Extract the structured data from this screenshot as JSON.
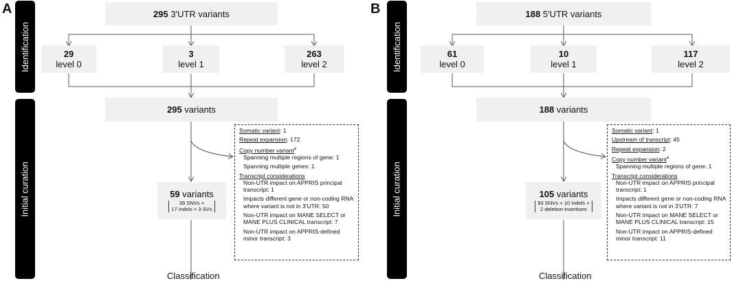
{
  "panels": [
    {
      "letter": "A",
      "identification_label": "Identification",
      "curation_label": "Initial curation",
      "top": {
        "count": "295",
        "label": "3'UTR variants"
      },
      "levels": [
        {
          "count": "29",
          "label": "level 0"
        },
        {
          "count": "3",
          "label": "level 1"
        },
        {
          "count": "263",
          "label": "level 2"
        }
      ],
      "middle": {
        "count": "295",
        "label": "variants"
      },
      "result": {
        "count": "59",
        "label": "variants",
        "breakdown_1": "39 SNVs +",
        "breakdown_2": "17 indels + 3 SVs"
      },
      "classification": "Classification",
      "details": {
        "somatic": "Somatic variant",
        "somatic_val": ": 1",
        "repeat": "Repeat expansion",
        "repeat_val": ": 172",
        "cnv": "Copy number variant",
        "cnv_sup": "a",
        "cnv_1": "Spanning multiple regions of gene: 1",
        "cnv_2": "Spanning multiple genes: 1",
        "tc": "Transcript considerations",
        "tc_1": "Non-UTR impact on APPRIS principal transcript: 1",
        "tc_2": "Impacts different gene or non-coding RNA where variant is not in 3'UTR: 50",
        "tc_3": "Non-UTR impact on MANE SELECT or MANE PLUS CLINICAL transcript: 7",
        "tc_4": "Non-UTR impact on APPRIS-defined minor transcript: 3"
      }
    },
    {
      "letter": "B",
      "identification_label": "Identification",
      "curation_label": "Initial curation",
      "top": {
        "count": "188",
        "label": "5'UTR variants"
      },
      "levels": [
        {
          "count": "61",
          "label": "level 0"
        },
        {
          "count": "10",
          "label": "level 1"
        },
        {
          "count": "117",
          "label": "level 2"
        }
      ],
      "middle": {
        "count": "188",
        "label": "variants"
      },
      "result": {
        "count": "105",
        "label": "variants",
        "breakdown_1": "93 SNVs + 10 indels +",
        "breakdown_2": "2 deletion-insertions"
      },
      "classification": "Classification",
      "details": {
        "somatic": "Somatic variant",
        "somatic_val": ": 1",
        "upstream": "Upstream of transcript",
        "upstream_val": ": 45",
        "repeat": "Repeat expansion",
        "repeat_val": ": 2",
        "cnv": "Copy number variant",
        "cnv_sup": "a",
        "cnv_1": "Spanning multiple regions of gene: 1",
        "tc": "Transcript considerations",
        "tc_1": "Non-UTR impact on APPRIS principal transcript: 1",
        "tc_2": "Impacts different gene or non-coding RNA where variant is not in 3'UTR: 7",
        "tc_3": "Non-UTR impact on MANE SELECT or MANE PLUS CLINICAL transcript: 15",
        "tc_4": "Non-UTR impact on APPRIS-defined minor transcript: 11"
      }
    }
  ]
}
